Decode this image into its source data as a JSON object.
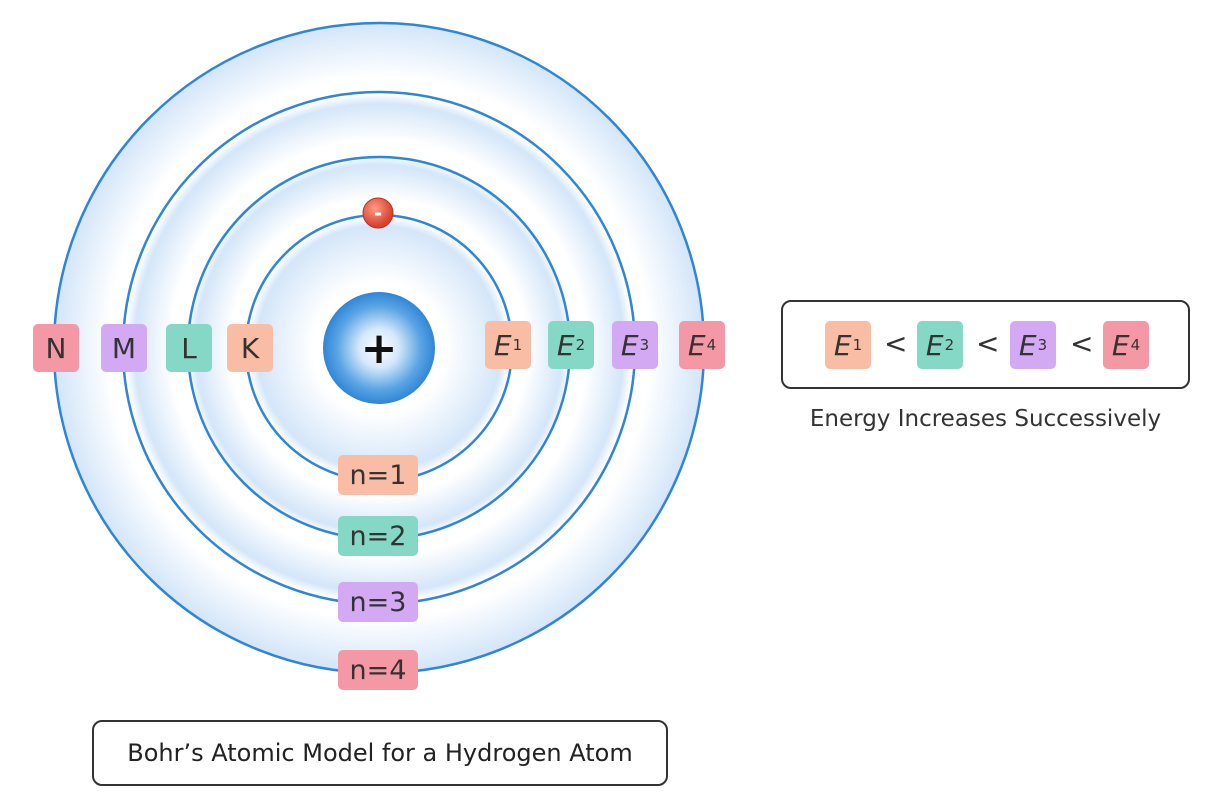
{
  "title": "Bohr’s Atomic Model for a Hydrogen Atom",
  "nucleus_symbol": "+",
  "electron_symbol": "-",
  "colors": {
    "orbit": "#2f86d6",
    "k": "#f9bca5",
    "l": "#86d8c6",
    "m": "#d3a9f4",
    "n": "#f598a5",
    "nucleus": "#2f86d6",
    "electron": "#e5533f"
  },
  "shells": [
    {
      "letter": "K",
      "level": "n=1",
      "energy_base": "E",
      "energy_sub": "1"
    },
    {
      "letter": "L",
      "level": "n=2",
      "energy_base": "E",
      "energy_sub": "2"
    },
    {
      "letter": "M",
      "level": "n=3",
      "energy_base": "E",
      "energy_sub": "3"
    },
    {
      "letter": "N",
      "level": "n=4",
      "energy_base": "E",
      "energy_sub": "4"
    }
  ],
  "comparison": {
    "operator": "<",
    "caption": "Energy Increases Successively"
  }
}
